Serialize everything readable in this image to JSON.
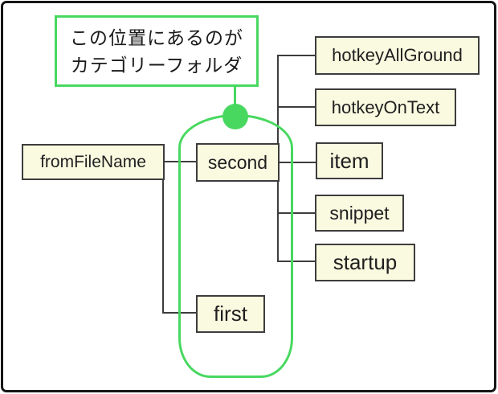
{
  "callout": {
    "line1": "この位置にあるのが",
    "line2": "カテゴリーフォルダ"
  },
  "nodes": {
    "fromFileName": "fromFileName",
    "second": "second",
    "first": "first",
    "hotkeyAllGround": "hotkeyAllGround",
    "hotkeyOnText": "hotkeyOnText",
    "item": "item",
    "snippet": "snippet",
    "startup": "startup"
  },
  "colors": {
    "highlight_green": "#48d860",
    "node_fill": "#fafae1",
    "node_border": "#3d3d3d",
    "connector": "#3d3d3d",
    "frame": "#161616",
    "text": "#1a1a1a"
  }
}
